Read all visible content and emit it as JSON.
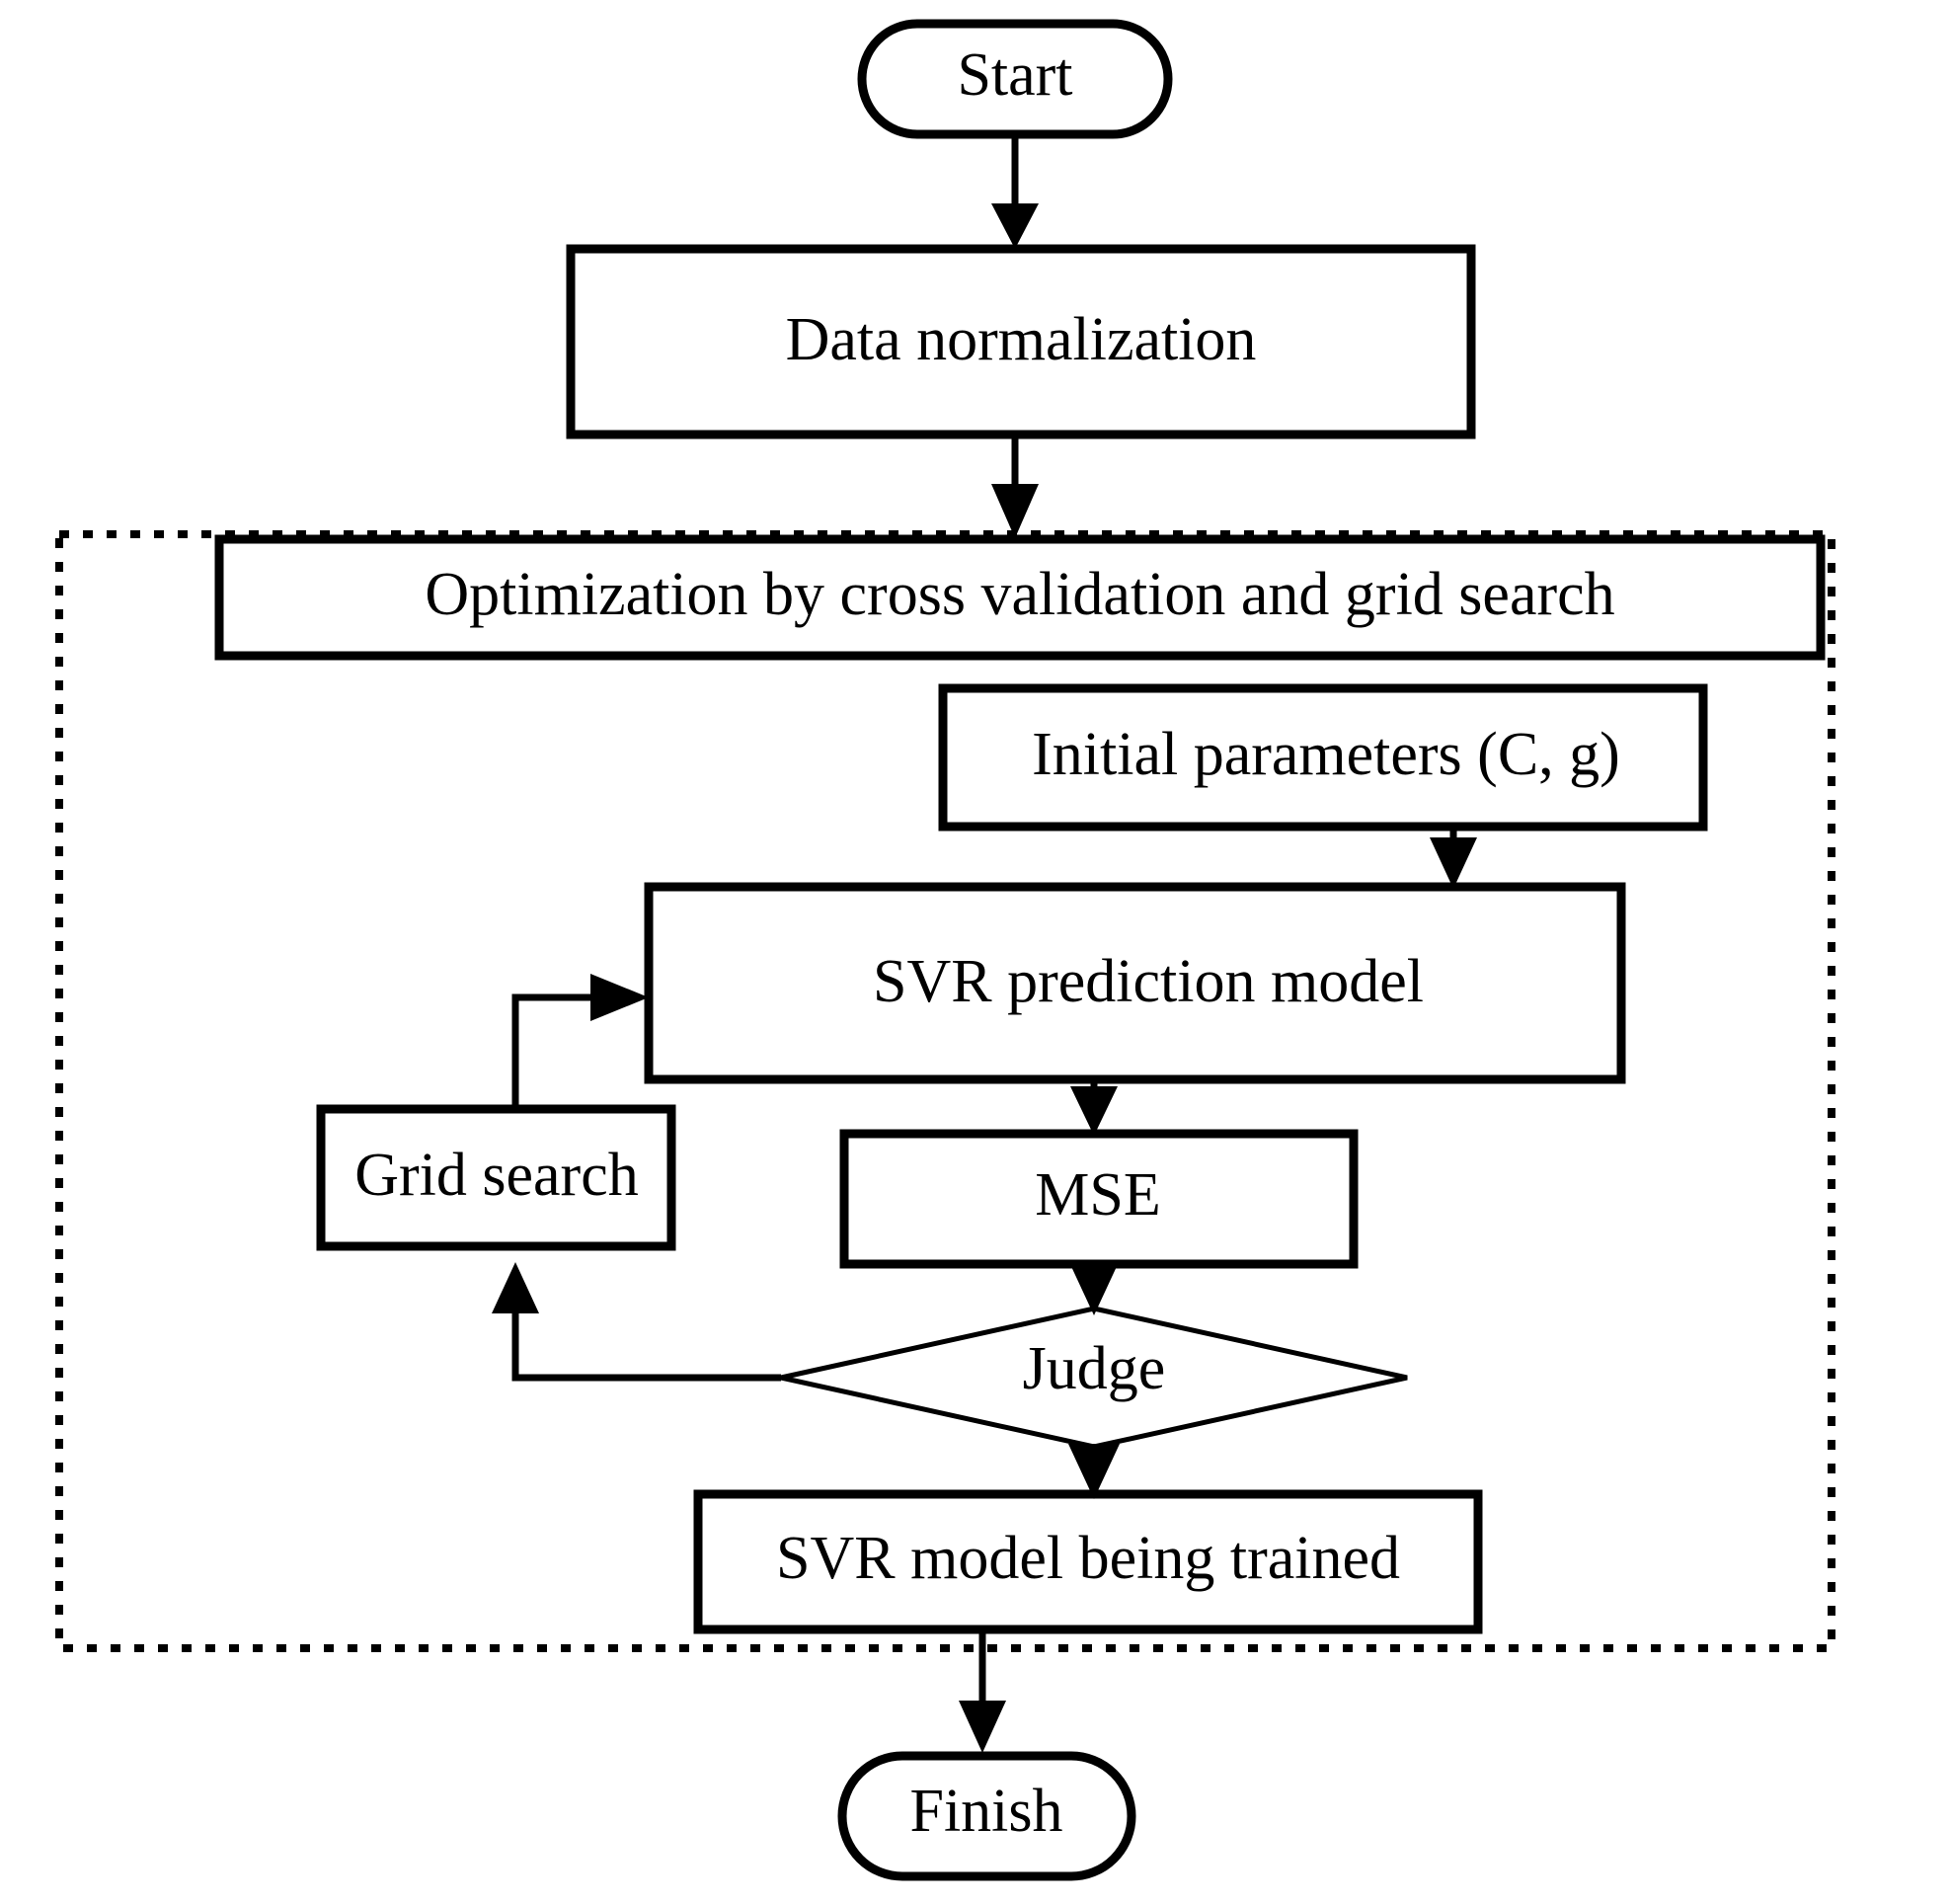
{
  "diagram": {
    "title": "SVR model training flowchart",
    "background_color": "#ffffff",
    "line_color": "#000000",
    "nodes": {
      "start": {
        "label": "Start",
        "shape": "stadium"
      },
      "data_normalization": {
        "label": "Data normalization",
        "shape": "rectangle"
      },
      "optimization": {
        "label": "Optimization by cross validation and grid search",
        "shape": "rectangle"
      },
      "initial_parameters": {
        "label": "Initial parameters (C, g)",
        "shape": "rectangle"
      },
      "svr_prediction_model": {
        "label": "SVR prediction model",
        "shape": "rectangle"
      },
      "grid_search": {
        "label": "Grid search",
        "shape": "rectangle"
      },
      "mse": {
        "label": "MSE",
        "shape": "rectangle"
      },
      "judge": {
        "label": "Judge",
        "shape": "diamond"
      },
      "svr_model_being_trained": {
        "label": "SVR model being trained",
        "shape": "rectangle"
      },
      "finish": {
        "label": "Finish",
        "shape": "stadium"
      }
    },
    "group_box": {
      "label": "",
      "border_style": "dotted"
    },
    "edges": [
      {
        "from": "start",
        "to": "data_normalization",
        "label": ""
      },
      {
        "from": "data_normalization",
        "to": "optimization",
        "label": ""
      },
      {
        "from": "initial_parameters",
        "to": "svr_prediction_model",
        "label": ""
      },
      {
        "from": "svr_prediction_model",
        "to": "mse",
        "label": ""
      },
      {
        "from": "mse",
        "to": "judge",
        "label": ""
      },
      {
        "from": "judge",
        "to": "grid_search",
        "label": ""
      },
      {
        "from": "grid_search",
        "to": "svr_prediction_model",
        "label": ""
      },
      {
        "from": "judge",
        "to": "svr_model_being_trained",
        "label": ""
      },
      {
        "from": "svr_model_being_trained",
        "to": "finish",
        "label": ""
      }
    ]
  }
}
